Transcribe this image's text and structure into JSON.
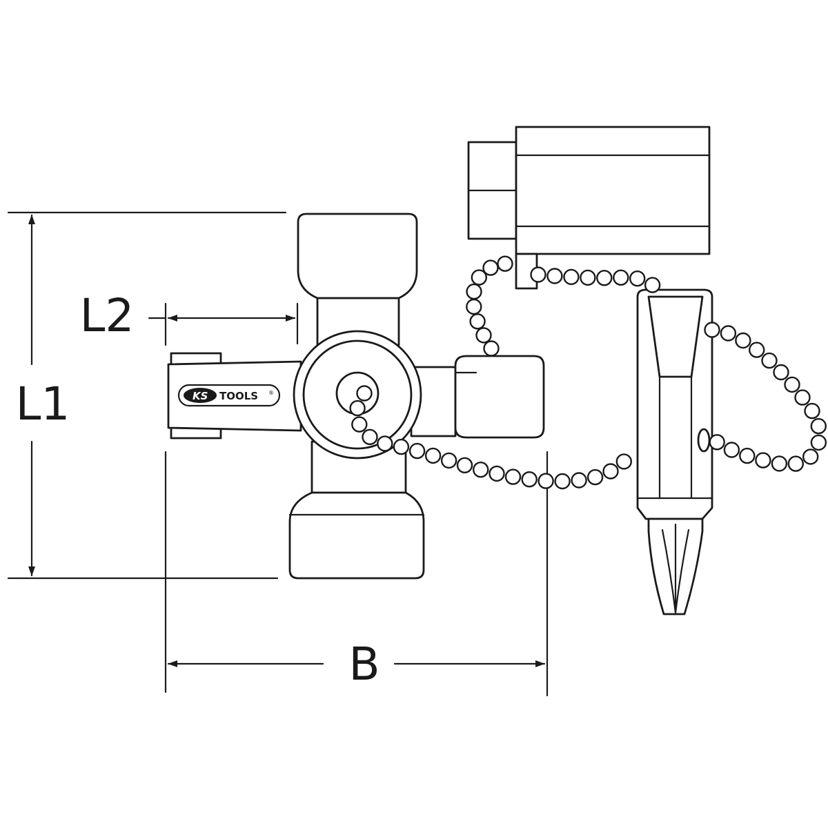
{
  "dimensions": {
    "L1": "L1",
    "L2": "L2",
    "B": "B"
  },
  "logo": {
    "brand_prefix": "KS",
    "brand_suffix": "TOOLS",
    "mark": "®"
  },
  "colors": {
    "line": "#1a1a1a",
    "background": "#ffffff"
  }
}
